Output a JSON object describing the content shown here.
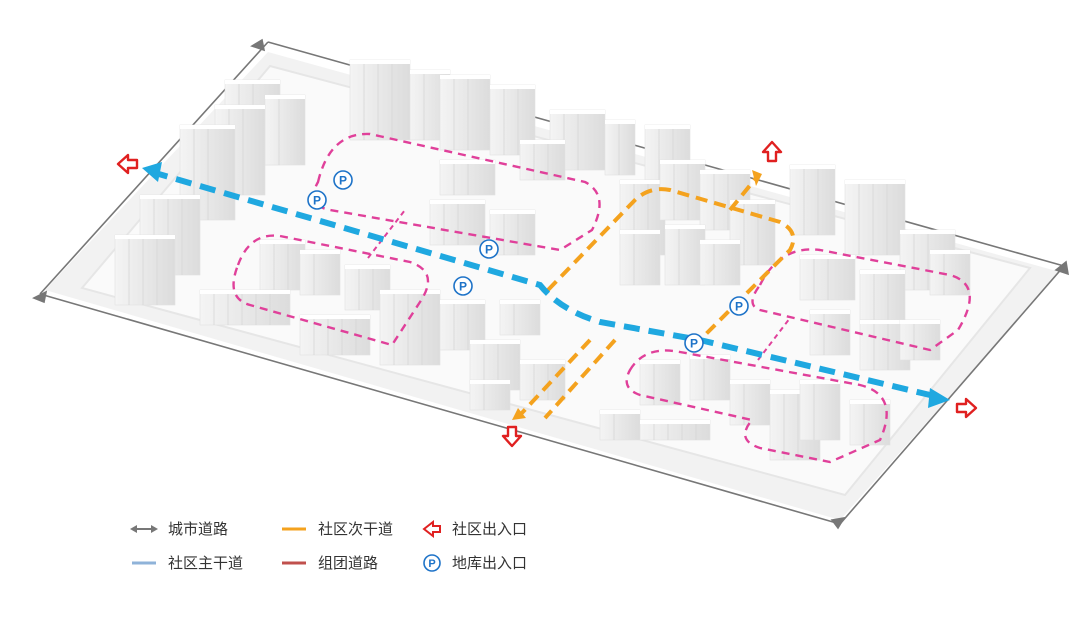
{
  "legend": {
    "city_road": "城市道路",
    "secondary_road": "社区次干道",
    "community_entrance": "社区出入口",
    "main_road": "社区主干道",
    "group_road": "组团道路",
    "garage_entrance": "地库出入口"
  },
  "markers": {
    "parking_symbol": "P"
  },
  "colors": {
    "main_road": "#1fa8e0",
    "secondary_road": "#f4a21e",
    "group_road": "#e0409a",
    "entrance": "#e02020",
    "parking": "#1e73c8",
    "city_road": "#777777",
    "legend_main_road": "#8fb3d9",
    "legend_group_road": "#c0504d"
  }
}
